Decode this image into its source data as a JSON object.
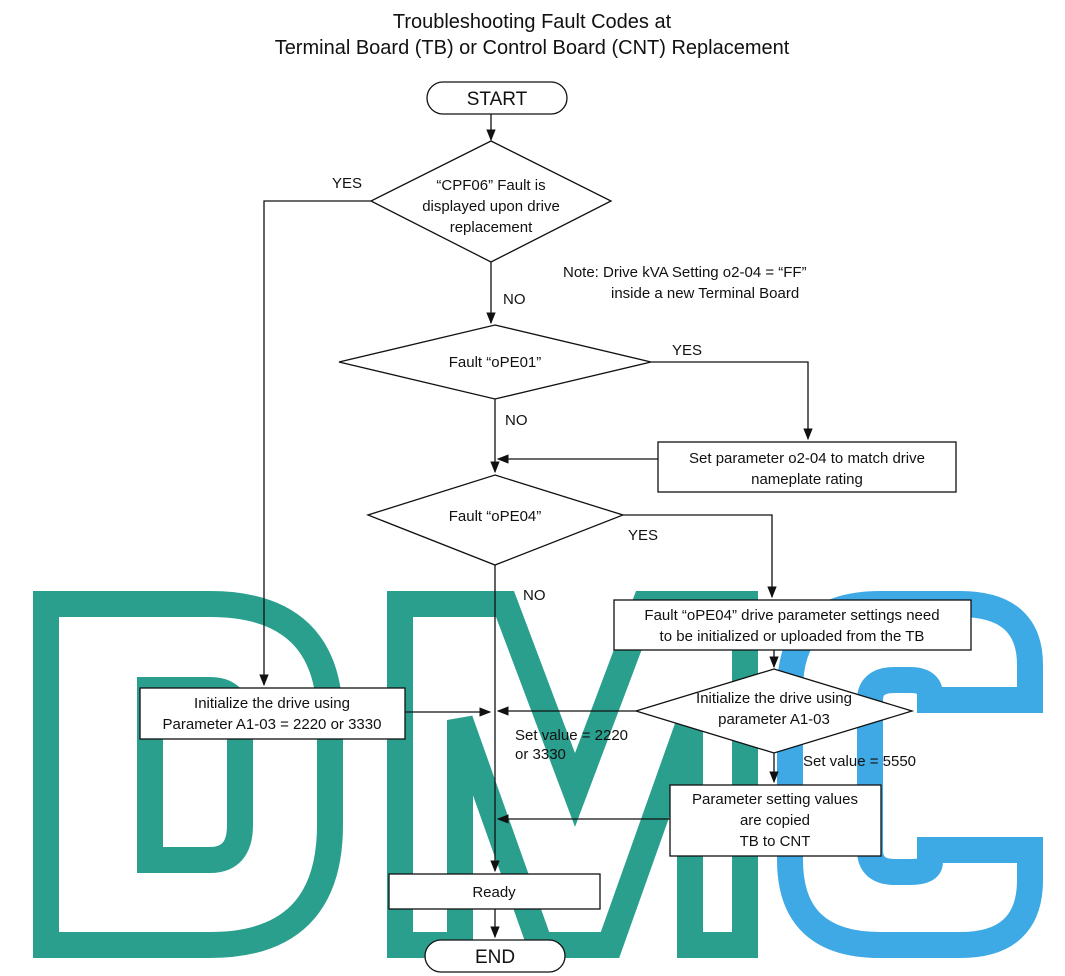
{
  "title": {
    "line1": "Troubleshooting Fault Codes at",
    "line2": "Terminal Board (TB) or Control Board (CNT) Replacement"
  },
  "nodes": {
    "start": "START",
    "end": "END",
    "cpf06": [
      "“CPF06”  Fault is",
      "displayed upon drive",
      "replacement"
    ],
    "ope01": "Fault “oPE01”",
    "set_o204": [
      "Set parameter o2-04 to match drive",
      "nameplate rating"
    ],
    "ope04": "Fault “oPE04”",
    "ope04_init": [
      "Fault “oPE04” drive parameter settings need",
      "to be initialized or uploaded from the TB"
    ],
    "init_a103": [
      "Initialize the drive using",
      "parameter A1-03"
    ],
    "init_left": [
      "Initialize the drive using",
      "Parameter A1-03 = 2220 or 3330"
    ],
    "copied": [
      "Parameter setting values",
      "are copied",
      "TB to CNT"
    ],
    "ready": "Ready"
  },
  "note": [
    "Note: Drive kVA Setting o2-04 = “FF”",
    "inside a new Terminal Board"
  ],
  "edge_labels": {
    "cpf06_yes": "YES",
    "cpf06_no": "NO",
    "ope01_yes": "YES",
    "ope01_no": "NO",
    "ope04_yes": "YES",
    "ope04_no": "NO",
    "set_2220": [
      "Set value = 2220",
      "or 3330"
    ],
    "set_5550": "Set value = 5550"
  },
  "watermark": {
    "text": "DMC",
    "colors": {
      "green": "#1f9a88",
      "blue": "#34a5e4"
    }
  }
}
